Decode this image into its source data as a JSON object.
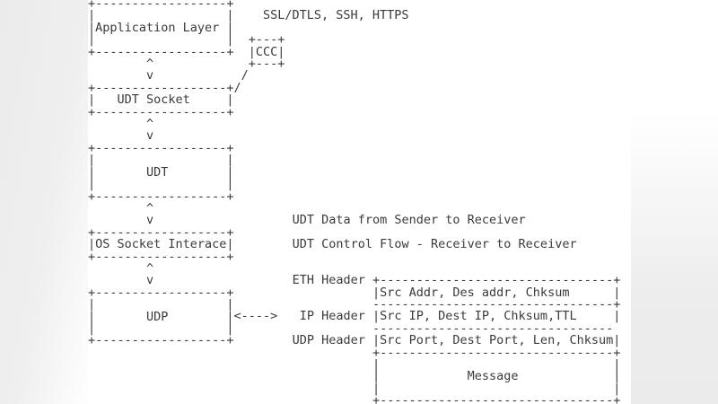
{
  "diagram": {
    "title_semantics": "UDT protocol layer stack ASCII diagram",
    "colors": {
      "text": "#3a3a3a",
      "background": "#ffffff",
      "side_gradient": "#ededed"
    },
    "stack_boxes": [
      "Application Layer",
      "UDT Socket",
      "UDT",
      "OS Socket Interace",
      "UDP"
    ],
    "ccc_label": "CCC",
    "ssl_label": "SSL/DTLS, SSH, HTTPS",
    "flow_labels": {
      "data": "UDT Data from Sender to Receiver",
      "control": "UDT Control Flow - Receiver to Receiver"
    },
    "udp_ip_arrow": "<---->",
    "packet_rows": [
      {
        "label": "ETH Header",
        "fields": "Src Addr, Des addr, Chksum"
      },
      {
        "label": "IP Header",
        "fields": "Src IP, Dest IP, Chksum,TTL"
      },
      {
        "label": "UDP Header",
        "fields": "Src Port, Dest Port, Len, Chksum"
      }
    ],
    "message_label": "Message",
    "left_stack_ascii": "+------------------+\n|                  |\n|Application Layer |\n|                  |\n+------------------+\n        ^\n        v\n+------------------+\n|   UDT Socket     |\n+------------------+\n        ^\n        v\n+------------------+\n|                  |\n|       UDT        |\n|                  |\n+------------------+\n        ^\n        v\n+------------------+\n|OS Socket Interace|\n+------------------+\n        ^\n        v\n+------------------+\n|                  |\n|       UDP        |\n|                  |\n+------------------+",
    "ccc_box_ascii": "+---+\n|CCC|\n+---+",
    "ccc_connector_ascii": " /\n/",
    "packet_stack_ascii": "ETH Header +--------------------------------+\n           |Src Addr, Des addr, Chksum      |\n           ---------------------------------+\n IP Header |Src IP, Dest IP, Chksum,TTL     |\n           ---------------------------------\nUDP Header |Src Port, Dest Port, Len, Chksum|\n           +--------------------------------+\n           |                                |\n           |            Message             |\n           |                                |\n           +--------------------------------+"
  }
}
